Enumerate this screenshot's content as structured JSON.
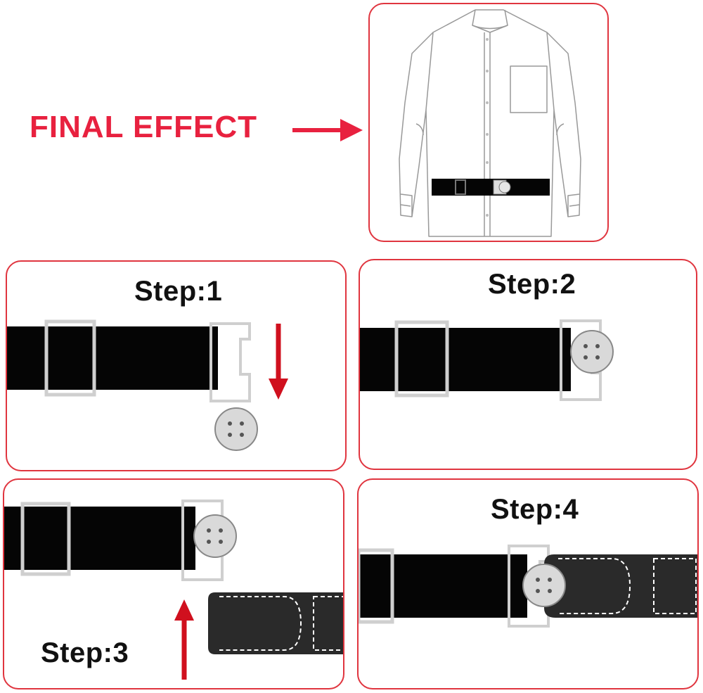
{
  "final_effect": {
    "label": "FINAL EFFECT"
  },
  "steps": [
    {
      "label": "Step:1"
    },
    {
      "label": "Step:2"
    },
    {
      "label": "Step:3"
    },
    {
      "label": "Step:4"
    }
  ],
  "colors": {
    "accent": "#e0353f",
    "text_red": "#e8213f",
    "belt": "#050505",
    "arrow": "#d0101e"
  }
}
